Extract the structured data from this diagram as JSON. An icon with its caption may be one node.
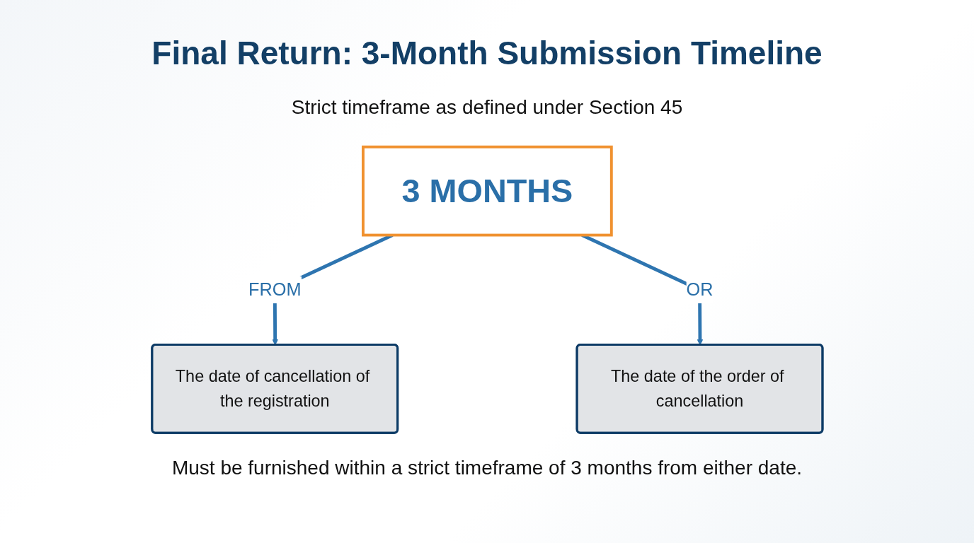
{
  "diagram": {
    "title": "Final Return: 3-Month Submission Timeline",
    "caption": "Must be furnished within a strict timeframe of 3 months from either date.",
    "nodes": [
      {
        "text": [
          "3 MONTHS"
        ]
      },
      {
        "text": [
          "The date of cancellation of the registration"
        ]
      },
      {
        "text": [
          "The date of the order of cancellation"
        ]
      }
    ],
    "edges": [
      {
        "from": 0,
        "to": 1,
        "arrow": "to",
        "label": "FROM"
      },
      {
        "from": 0,
        "to": 2,
        "arrow": "to",
        "label": "OR"
      }
    ],
    "labels": [
      "Strict timeframe as defined under Section 45"
    ]
  }
}
